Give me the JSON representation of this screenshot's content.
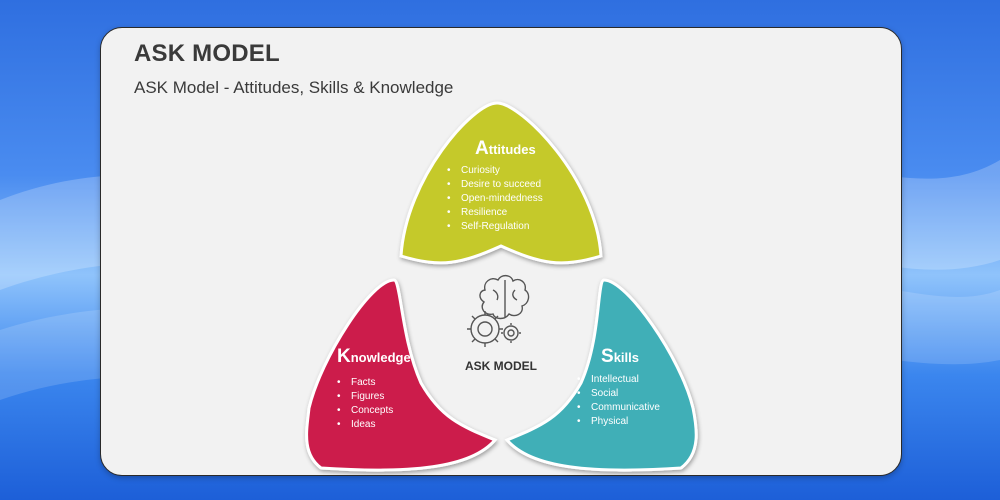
{
  "header": {
    "title": "ASK MODEL",
    "subtitle": "ASK Model - Attitudes, Skills & Knowledge"
  },
  "center": {
    "label": "ASK MODEL",
    "icon": "brain-gear-icon"
  },
  "petals": {
    "attitudes": {
      "cap": "A",
      "rest": "ttitudes",
      "color": "#c5c92b",
      "items": [
        "Curiosity",
        "Desire to succeed",
        "Open-mindedness",
        "Resilience",
        "Self-Regulation"
      ]
    },
    "knowledge": {
      "cap": "K",
      "rest": "nowledge",
      "color": "#cc1e4c",
      "items": [
        "Facts",
        "Figures",
        "Concepts",
        "Ideas"
      ]
    },
    "skills": {
      "cap": "S",
      "rest": "kills",
      "color": "#3fafb7",
      "items": [
        "Intellectual",
        "Social",
        "Communicative",
        "Physical"
      ]
    }
  },
  "colors": {
    "background": "#2f6fe0",
    "card": "#f2f2f2",
    "text": "#3a3a3a"
  }
}
